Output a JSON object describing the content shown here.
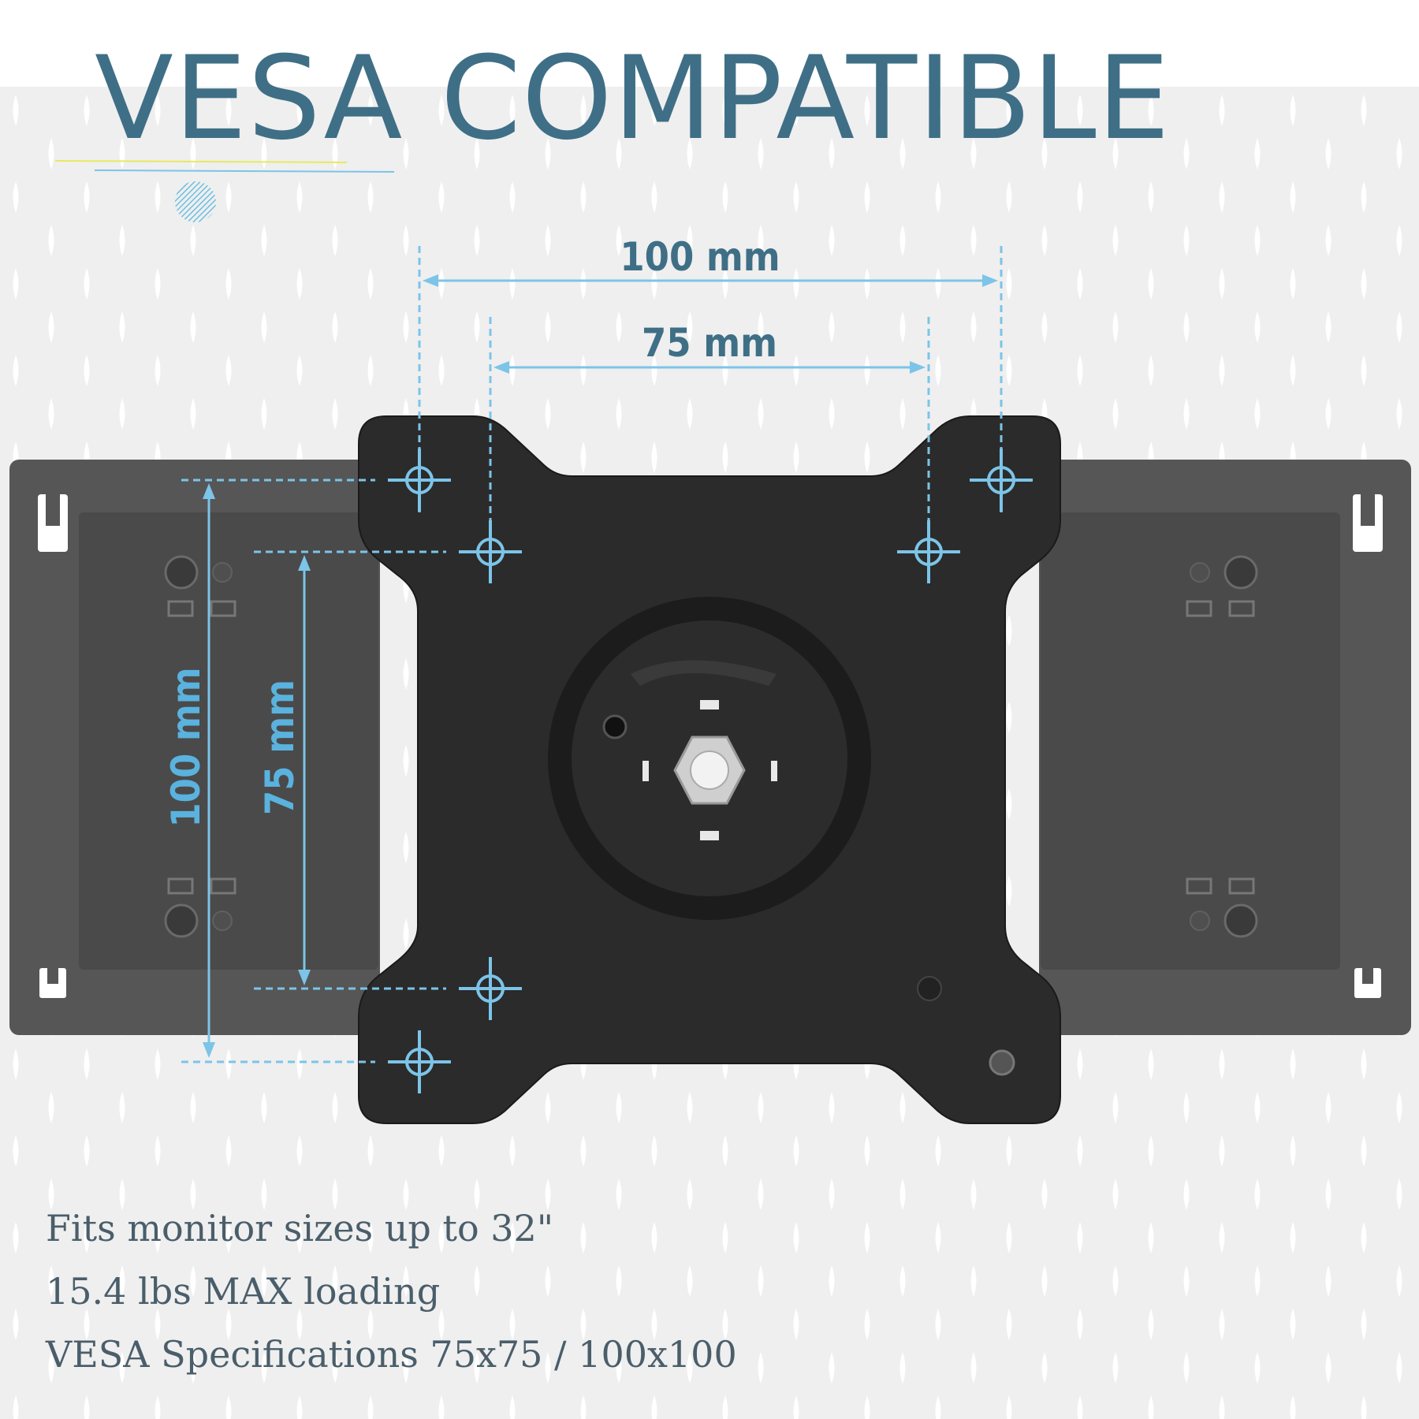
{
  "title": "VESA COMPATIBLE",
  "dimensions": {
    "horizontal_outer": "100 mm",
    "horizontal_inner": "75 mm",
    "vertical_outer": "100 mm",
    "vertical_inner": "75 mm"
  },
  "specs": [
    "Fits monitor sizes up to 32\"",
    "15.4 lbs MAX loading",
    "VESA Specifications 75x75 / 100x100"
  ],
  "colors": {
    "title": "#3f6f86",
    "dimension": "#7cc4e8",
    "plate": "#2a2a2a",
    "bracket": "#565656",
    "spec_text": "#4a5e6a"
  }
}
